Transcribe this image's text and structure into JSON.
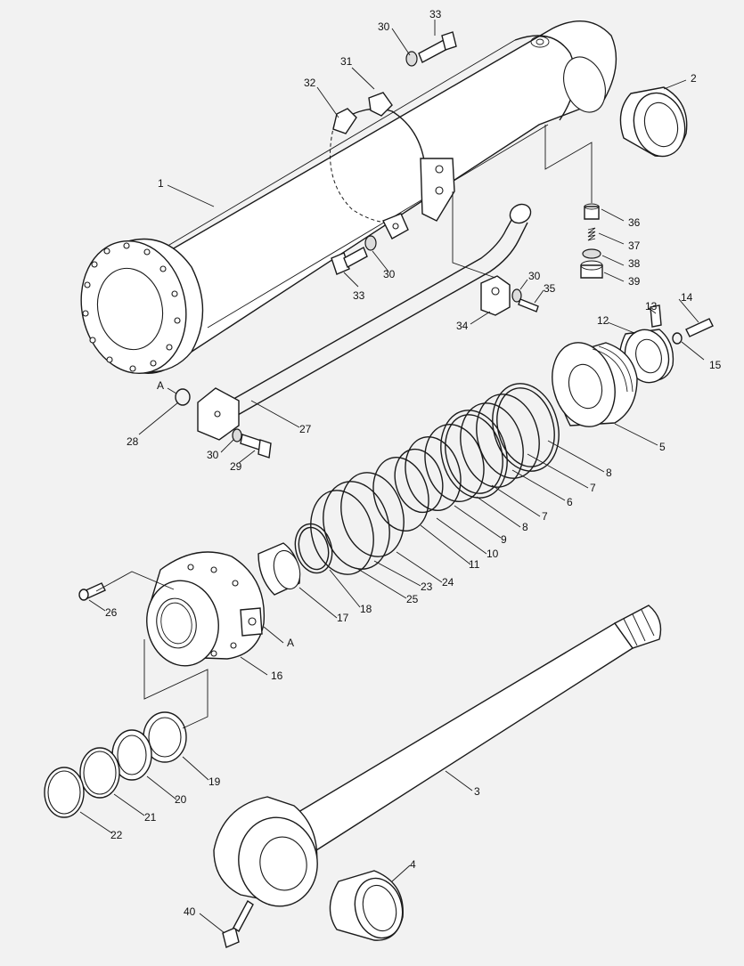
{
  "callouts": [
    {
      "id": "c33a",
      "label": "33"
    },
    {
      "id": "c30a",
      "label": "30"
    },
    {
      "id": "c31",
      "label": "31"
    },
    {
      "id": "c32",
      "label": "32"
    },
    {
      "id": "c2",
      "label": "2"
    },
    {
      "id": "c1",
      "label": "1"
    },
    {
      "id": "c36",
      "label": "36"
    },
    {
      "id": "c37",
      "label": "37"
    },
    {
      "id": "c38",
      "label": "38"
    },
    {
      "id": "c39",
      "label": "39"
    },
    {
      "id": "c30b",
      "label": "30"
    },
    {
      "id": "c33b",
      "label": "33"
    },
    {
      "id": "c30c",
      "label": "30"
    },
    {
      "id": "c35",
      "label": "35"
    },
    {
      "id": "c34",
      "label": "34"
    },
    {
      "id": "c14",
      "label": "14"
    },
    {
      "id": "c13",
      "label": "13"
    },
    {
      "id": "c12",
      "label": "12"
    },
    {
      "id": "c15",
      "label": "15"
    },
    {
      "id": "cA1",
      "label": "A"
    },
    {
      "id": "c28",
      "label": "28"
    },
    {
      "id": "c27",
      "label": "27"
    },
    {
      "id": "c30d",
      "label": "30"
    },
    {
      "id": "c29",
      "label": "29"
    },
    {
      "id": "c5",
      "label": "5"
    },
    {
      "id": "c8a",
      "label": "8"
    },
    {
      "id": "c7a",
      "label": "7"
    },
    {
      "id": "c6",
      "label": "6"
    },
    {
      "id": "c7b",
      "label": "7"
    },
    {
      "id": "c8b",
      "label": "8"
    },
    {
      "id": "c9",
      "label": "9"
    },
    {
      "id": "c10",
      "label": "10"
    },
    {
      "id": "c11",
      "label": "11"
    },
    {
      "id": "c24",
      "label": "24"
    },
    {
      "id": "c23",
      "label": "23"
    },
    {
      "id": "c25",
      "label": "25"
    },
    {
      "id": "c18",
      "label": "18"
    },
    {
      "id": "c17",
      "label": "17"
    },
    {
      "id": "c26",
      "label": "26"
    },
    {
      "id": "cA2",
      "label": "A"
    },
    {
      "id": "c16",
      "label": "16"
    },
    {
      "id": "c19",
      "label": "19"
    },
    {
      "id": "c20",
      "label": "20"
    },
    {
      "id": "c21",
      "label": "21"
    },
    {
      "id": "c22",
      "label": "22"
    },
    {
      "id": "c3",
      "label": "3"
    },
    {
      "id": "c4",
      "label": "4"
    },
    {
      "id": "c40",
      "label": "40"
    }
  ]
}
